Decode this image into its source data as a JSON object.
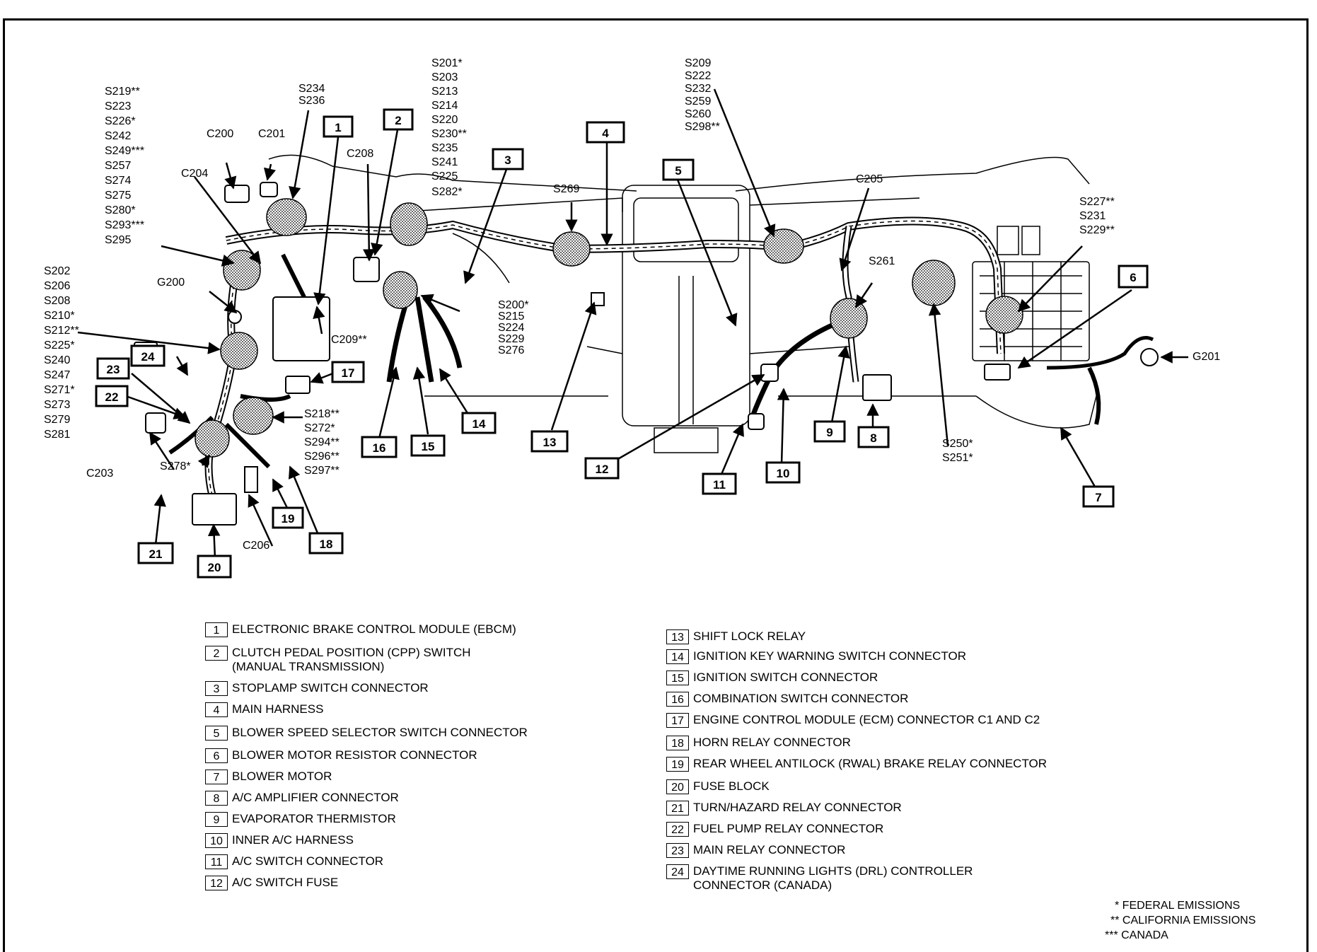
{
  "callouts": {
    "1": "1",
    "2": "2",
    "3": "3",
    "4": "4",
    "5": "5",
    "6": "6",
    "7": "7",
    "8": "8",
    "9": "9",
    "10": "10",
    "11": "11",
    "12": "12",
    "13": "13",
    "14": "14",
    "15": "15",
    "16": "16",
    "17": "17",
    "18": "18",
    "19": "19",
    "20": "20",
    "21": "21",
    "22": "22",
    "23": "23",
    "24": "24"
  },
  "groups": {
    "g_s219": [
      "S219**",
      "S223",
      "S226*",
      "S242",
      "S249***",
      "S257",
      "S274",
      "S275",
      "S280*",
      "S293***",
      "S295"
    ],
    "g_s234": [
      "S234",
      "S236"
    ],
    "g_s201": [
      "S201*",
      "S203",
      "S213",
      "S214",
      "S220",
      "S230**",
      "S235",
      "S241",
      "S225",
      "S282*"
    ],
    "g_s209": [
      "S209",
      "S222",
      "S232",
      "S259",
      "S260",
      "S298**"
    ],
    "g_s227": [
      "S227**",
      "S231",
      "S229**"
    ],
    "g_s202": [
      "S202",
      "S206",
      "S208",
      "S210*",
      "S212**",
      "S225*",
      "S240",
      "S247",
      "S271*",
      "S273",
      "S279",
      "S281"
    ],
    "g_s200": [
      "S200*",
      "S215",
      "S224",
      "S229",
      "S276"
    ],
    "g_s218": [
      "S218**",
      "S272*",
      "S294**",
      "S296**",
      "S297**"
    ],
    "g_s250": [
      "S250*",
      "S251*"
    ]
  },
  "labels": {
    "c200": "C200",
    "c201": "C201",
    "c204": "C204",
    "c208": "C208",
    "c205": "C205",
    "c209": "C209**",
    "c203": "C203",
    "c206": "C206",
    "g200": "G200",
    "g201": "G201",
    "s269": "S269",
    "s261": "S261",
    "s278": "S278*"
  },
  "legend": [
    {
      "num": "1",
      "text": "ELECTRONIC BRAKE CONTROL MODULE (EBCM)"
    },
    {
      "num": "2",
      "text": "CLUTCH PEDAL POSITION (CPP) SWITCH\n(MANUAL TRANSMISSION)"
    },
    {
      "num": "3",
      "text": "STOPLAMP SWITCH CONNECTOR"
    },
    {
      "num": "4",
      "text": "MAIN HARNESS"
    },
    {
      "num": "5",
      "text": "BLOWER SPEED SELECTOR SWITCH CONNECTOR"
    },
    {
      "num": "6",
      "text": "BLOWER MOTOR RESISTOR CONNECTOR"
    },
    {
      "num": "7",
      "text": "BLOWER MOTOR"
    },
    {
      "num": "8",
      "text": "A/C AMPLIFIER CONNECTOR"
    },
    {
      "num": "9",
      "text": "EVAPORATOR THERMISTOR"
    },
    {
      "num": "10",
      "text": "INNER A/C HARNESS"
    },
    {
      "num": "11",
      "text": "A/C SWITCH CONNECTOR"
    },
    {
      "num": "12",
      "text": "A/C SWITCH FUSE"
    },
    {
      "num": "13",
      "text": "SHIFT LOCK RELAY"
    },
    {
      "num": "14",
      "text": "IGNITION KEY WARNING SWITCH CONNECTOR"
    },
    {
      "num": "15",
      "text": "IGNITION SWITCH CONNECTOR"
    },
    {
      "num": "16",
      "text": "COMBINATION SWITCH CONNECTOR"
    },
    {
      "num": "17",
      "text": "ENGINE CONTROL MODULE (ECM) CONNECTOR C1 AND C2"
    },
    {
      "num": "18",
      "text": "HORN RELAY CONNECTOR"
    },
    {
      "num": "19",
      "text": "REAR WHEEL ANTILOCK (RWAL) BRAKE RELAY CONNECTOR"
    },
    {
      "num": "20",
      "text": "FUSE BLOCK"
    },
    {
      "num": "21",
      "text": "TURN/HAZARD RELAY CONNECTOR"
    },
    {
      "num": "22",
      "text": "FUEL PUMP RELAY CONNECTOR"
    },
    {
      "num": "23",
      "text": "MAIN RELAY CONNECTOR"
    },
    {
      "num": "24",
      "text": "DAYTIME RUNNING LIGHTS (DRL) CONTROLLER\nCONNECTOR (CANADA)"
    }
  ],
  "notes": [
    "* FEDERAL EMISSIONS",
    "** CALIFORNIA EMISSIONS",
    "*** CANADA"
  ]
}
